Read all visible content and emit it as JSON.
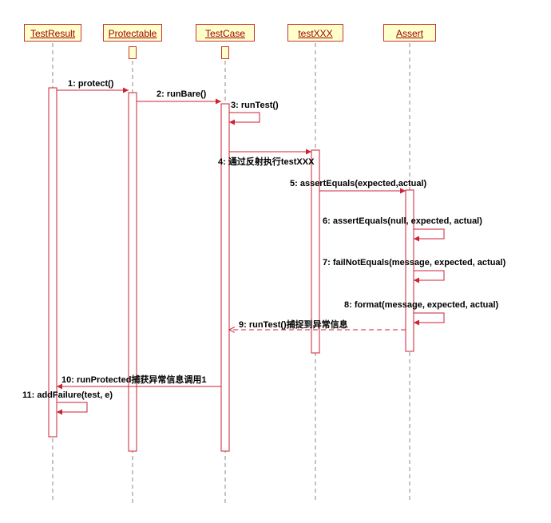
{
  "diagram": {
    "kind": "uml-sequence-diagram",
    "colors": {
      "box_fill": "#FFFFCC",
      "box_border": "#CC3333",
      "box_text": "#990000",
      "line": "#CC2233",
      "lifeline": "#888888",
      "label_text": "#000000"
    },
    "lifelines": [
      {
        "name": "TestResult"
      },
      {
        "name": "Protectable"
      },
      {
        "name": "TestCase"
      },
      {
        "name": "testXXX"
      },
      {
        "name": "Assert"
      }
    ],
    "messages": [
      {
        "label": "1: protect()",
        "from": "TestResult",
        "to": "Protectable",
        "type": "call"
      },
      {
        "label": "2: runBare()",
        "from": "Protectable",
        "to": "TestCase",
        "type": "call"
      },
      {
        "label": "3: runTest()",
        "from": "TestCase",
        "to": "TestCase",
        "type": "self"
      },
      {
        "label": "4: 通过反射执行testXXX",
        "from": "TestCase",
        "to": "testXXX",
        "type": "call"
      },
      {
        "label": "5: assertEquals(expected,actual)",
        "from": "testXXX",
        "to": "Assert",
        "type": "call"
      },
      {
        "label": "6: assertEquals(null, expected, actual)",
        "from": "Assert",
        "to": "Assert",
        "type": "self"
      },
      {
        "label": "7: failNotEquals(message, expected, actual)",
        "from": "Assert",
        "to": "Assert",
        "type": "self"
      },
      {
        "label": "8: format(message, expected, actual)",
        "from": "Assert",
        "to": "Assert",
        "type": "self"
      },
      {
        "label": "9: runTest()捕捉到异常信息",
        "from": "Assert",
        "to": "TestCase",
        "type": "return"
      },
      {
        "label": "10: runProtected捕获异常信息调用1",
        "from": "TestCase",
        "to": "TestResult",
        "type": "call"
      },
      {
        "label": "11: addFailure(test, e)",
        "from": "TestResult",
        "to": "TestResult",
        "type": "self"
      }
    ]
  }
}
